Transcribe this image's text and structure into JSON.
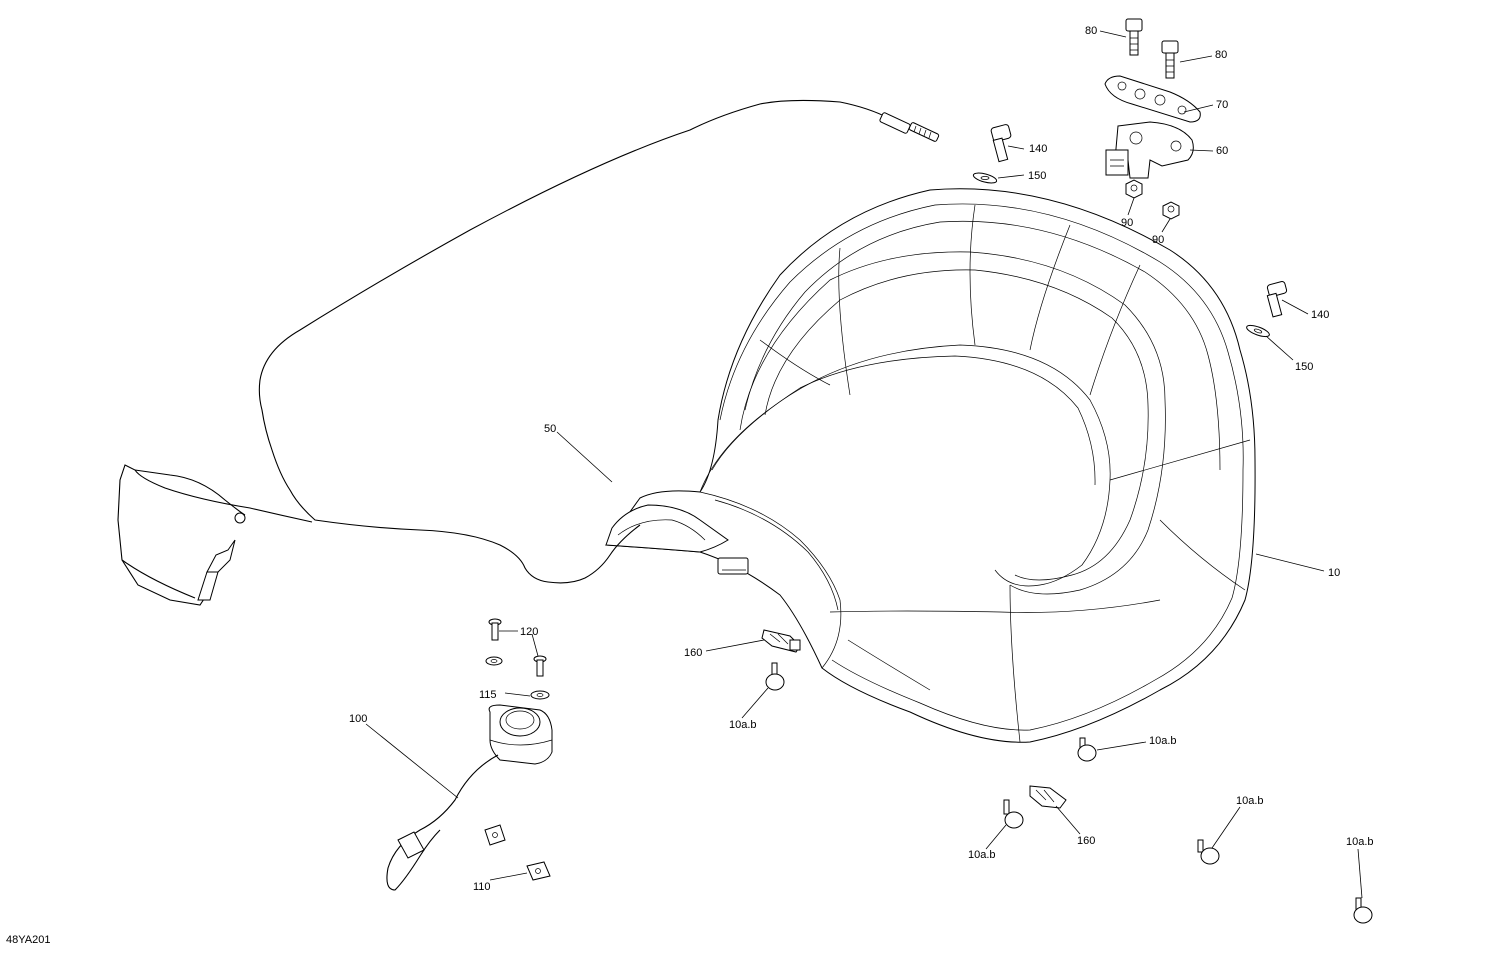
{
  "diagram": {
    "drawing_code": "48YA201",
    "callouts": [
      {
        "id": "c80a",
        "label": "80"
      },
      {
        "id": "c80b",
        "label": "80"
      },
      {
        "id": "c70",
        "label": "70"
      },
      {
        "id": "c60",
        "label": "60"
      },
      {
        "id": "c140a",
        "label": "140"
      },
      {
        "id": "c150a",
        "label": "150"
      },
      {
        "id": "c90a",
        "label": "90"
      },
      {
        "id": "c90b",
        "label": "90"
      },
      {
        "id": "c140b",
        "label": "140"
      },
      {
        "id": "c150b",
        "label": "150"
      },
      {
        "id": "c50",
        "label": "50"
      },
      {
        "id": "c10",
        "label": "10"
      },
      {
        "id": "c160a",
        "label": "160"
      },
      {
        "id": "c10ab1",
        "label": "10a.b"
      },
      {
        "id": "c10ab2",
        "label": "10a.b"
      },
      {
        "id": "c10ab3",
        "label": "10a.b"
      },
      {
        "id": "c10ab4",
        "label": "10a.b"
      },
      {
        "id": "c10ab5",
        "label": "10a.b"
      },
      {
        "id": "c160b",
        "label": "160"
      },
      {
        "id": "c120",
        "label": "120"
      },
      {
        "id": "c115",
        "label": "115"
      },
      {
        "id": "c100",
        "label": "100"
      },
      {
        "id": "c110",
        "label": "110"
      }
    ]
  }
}
